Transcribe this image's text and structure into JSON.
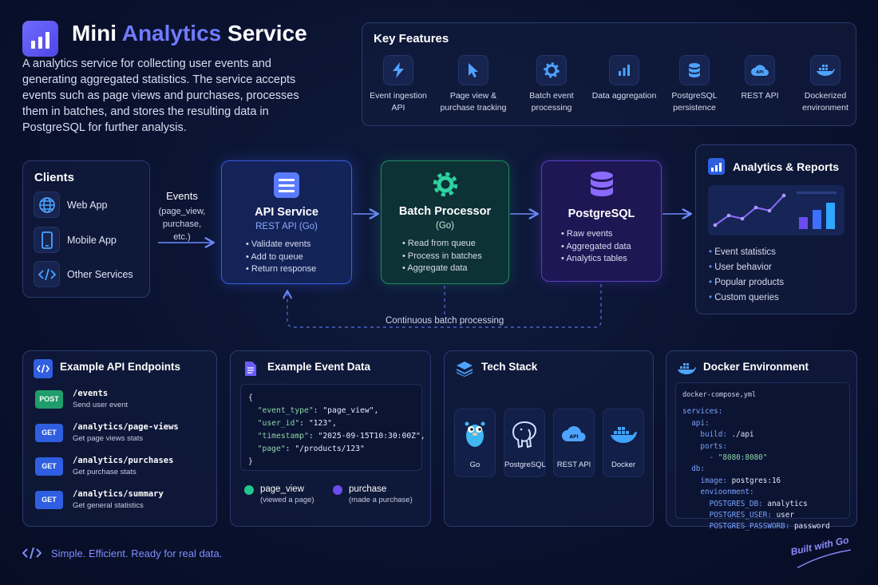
{
  "header": {
    "title_part1": "Mini ",
    "title_accent": "Analytics",
    "title_part2": " Service",
    "logo_icon": "bar-chart-icon",
    "description": "A analytics service for collecting user events and generating aggregated statistics. The service accepts events such as page views and purchases, processes them in batches, and stores the resulting data in PostgreSQL for further analysis."
  },
  "features": {
    "title": "Key Features",
    "items": [
      {
        "label": "Event ingestion API",
        "icon": "lightning-icon"
      },
      {
        "label": "Page view & purchase tracking",
        "icon": "cursor-icon"
      },
      {
        "label": "Batch event processing",
        "icon": "gear-icon"
      },
      {
        "label": "Data aggregation",
        "icon": "bar-chart-icon"
      },
      {
        "label": "PostgreSQL persistence",
        "icon": "database-icon"
      },
      {
        "label": "REST API",
        "icon": "cloud-api-icon"
      },
      {
        "label": "Dockerized environment",
        "icon": "docker-icon"
      }
    ]
  },
  "clients": {
    "title": "Clients",
    "items": [
      {
        "label": "Web App",
        "icon": "globe-icon"
      },
      {
        "label": "Mobile App",
        "icon": "phone-icon"
      },
      {
        "label": "Other Services",
        "icon": "code-icon"
      }
    ]
  },
  "events_arrow": {
    "label": "Events",
    "sub": "(page_view, purchase, etc.)"
  },
  "api_service": {
    "title": "API Service",
    "subtitle": "REST API (Go)",
    "bullets": [
      "Validate events",
      "Add to queue",
      "Return response"
    ]
  },
  "batch_processor": {
    "title": "Batch Processor",
    "subtitle": "(Go)",
    "bullets": [
      "Read from queue",
      "Process in batches",
      "Aggregate data"
    ]
  },
  "postgres": {
    "title": "PostgreSQL",
    "bullets": [
      "Raw events",
      "Aggregated data",
      "Analytics tables"
    ]
  },
  "continuous_label": "Continuous batch processing",
  "reports": {
    "title": "Analytics & Reports",
    "bullets": [
      "Event statistics",
      "User behavior",
      "Popular products",
      "Custom queries"
    ]
  },
  "endpoints": {
    "title": "Example API Endpoints",
    "items": [
      {
        "method": "POST",
        "path": "/events",
        "desc": "Send user event",
        "color": "#1f9d6b"
      },
      {
        "method": "GET",
        "path": "/analytics/page-views",
        "desc": "Get page views stats",
        "color": "#2f5fe0"
      },
      {
        "method": "GET",
        "path": "/analytics/purchases",
        "desc": "Get purchase stats",
        "color": "#2f5fe0"
      },
      {
        "method": "GET",
        "path": "/analytics/summary",
        "desc": "Get general statistics",
        "color": "#2f5fe0"
      }
    ]
  },
  "event_data": {
    "title": "Example Event Data",
    "code": {
      "open": "{",
      "k1": "\"event_type\"",
      "v1": "\"page_view\",",
      "k2": "\"user_id\"",
      "v2": "\"123\",",
      "k3": "\"timestamp\"",
      "v3": "\"2025-09-15T10:30:00Z\",",
      "k4": "\"page\"",
      "v4": "\"/products/123\"",
      "close": "}"
    },
    "legend": [
      {
        "label": "page_view",
        "sub": "(viewed a page)",
        "color": "#22c58b"
      },
      {
        "label": "purchase",
        "sub": "(made a purchase)",
        "color": "#6a4cf0"
      }
    ]
  },
  "tech_stack": {
    "title": "Tech Stack",
    "items": [
      {
        "label": "Go",
        "icon": "gopher-icon"
      },
      {
        "label": "PostgreSQL",
        "icon": "elephant-icon"
      },
      {
        "label": "REST API",
        "icon": "cloud-api-icon"
      },
      {
        "label": "Docker",
        "icon": "docker-icon"
      }
    ]
  },
  "docker_env": {
    "title": "Docker Environment",
    "filename": "docker-compose,yml",
    "lines": [
      {
        "indent": "",
        "key": "services:",
        "val": ""
      },
      {
        "indent": "  ",
        "key": "api:",
        "val": ""
      },
      {
        "indent": "    ",
        "key": "build:",
        "val": " ./api"
      },
      {
        "indent": "    ",
        "key": "ports:",
        "val": ""
      },
      {
        "indent": "      ",
        "key": "- ",
        "val": "\"8080:8080\""
      },
      {
        "indent": "  ",
        "key": "db:",
        "val": ""
      },
      {
        "indent": "    ",
        "key": "image:",
        "val": " postgres:16"
      },
      {
        "indent": "    ",
        "key": "envioonment:",
        "val": ""
      },
      {
        "indent": "      ",
        "key": "POSTGRES_DB:",
        "val": " analytics"
      },
      {
        "indent": "      ",
        "key": "POSTGRES_USER:",
        "val": " user"
      },
      {
        "indent": "      ",
        "key": "POSTGRES_PASSWORB:",
        "val": " password"
      }
    ]
  },
  "footer": {
    "tagline": "Simple. Efficient. Ready for real data.",
    "signature": "Built with Go"
  },
  "colors": {
    "accent": "#6f7bff",
    "api_border": "#3a5be0",
    "batch_border": "#1e8a63",
    "postgres_border": "#5b3fc9"
  }
}
